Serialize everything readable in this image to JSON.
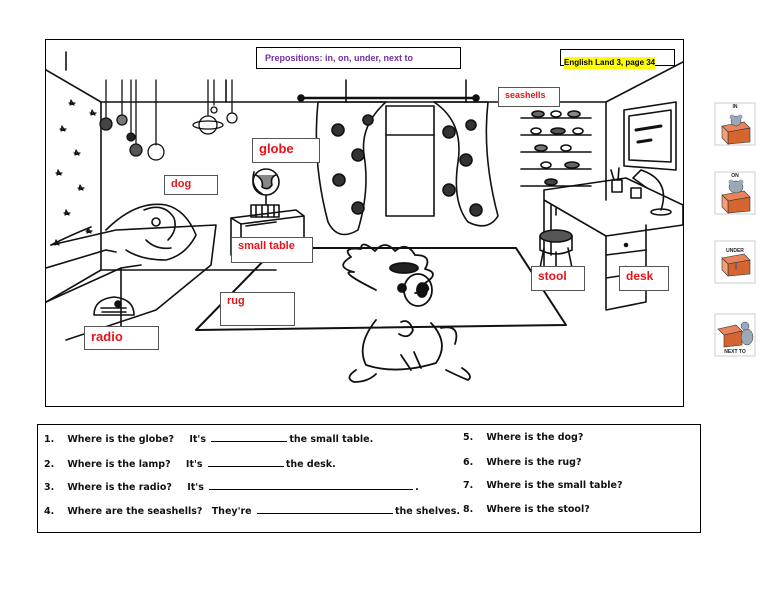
{
  "header": {
    "title": "Prepositions: in, on, under, next to",
    "book_ref": "English Land 3, page 34"
  },
  "labels": {
    "seashells": "seashells",
    "globe": "globe",
    "dog": "dog",
    "small_table": "small table",
    "rug": "rug",
    "radio": "radio",
    "stool": "stool",
    "desk": "desk"
  },
  "side_cards": [
    {
      "caption": "IN",
      "icon": "mouse-in-box-icon"
    },
    {
      "caption": "ON",
      "icon": "mouse-on-box-icon"
    },
    {
      "caption": "UNDER",
      "icon": "mouse-under-box-icon"
    },
    {
      "caption": "NEXT TO",
      "icon": "mouse-next-to-box-icon"
    }
  ],
  "questions": [
    {
      "num": "1.",
      "q": "Where is the globe?",
      "answer_prefix": "It's",
      "answer_suffix": "the small table."
    },
    {
      "num": "2.",
      "q": "Where is the lamp?",
      "answer_prefix": "It's",
      "answer_suffix": "the desk."
    },
    {
      "num": "3.",
      "q": "Where is the radio?",
      "answer_prefix": "It's",
      "answer_suffix": "."
    },
    {
      "num": "4.",
      "q": "Where are the seashells?",
      "answer_prefix": "They're",
      "answer_suffix": "the shelves."
    },
    {
      "num": "5.",
      "q": "Where is the dog?"
    },
    {
      "num": "6.",
      "q": "Where is the rug?"
    },
    {
      "num": "7.",
      "q": "Where is the small table?"
    },
    {
      "num": "8.",
      "q": "Where is the stool?"
    }
  ],
  "colors": {
    "label_text": "#e8131a",
    "title_text": "#7030a0",
    "highlight": "#ffff00"
  }
}
